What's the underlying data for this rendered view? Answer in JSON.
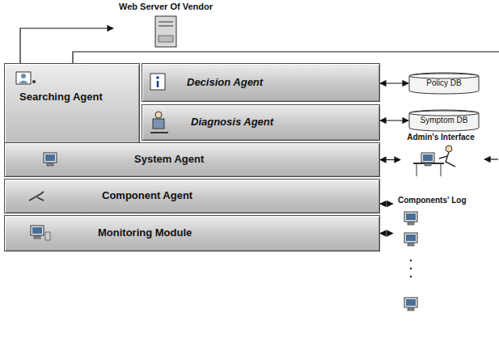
{
  "diagram": {
    "nodes": [
      {
        "text": [
          "Web Server Of Vendor"
        ]
      },
      {
        "text": [
          "Searching Agent"
        ]
      },
      {
        "text": [
          "Decision Agent"
        ]
      },
      {
        "text": [
          "Policy DB"
        ]
      },
      {
        "text": [
          "Diagnosis Agent"
        ]
      },
      {
        "text": [
          "Symptom DB"
        ]
      },
      {
        "text": [
          "System Agent"
        ]
      },
      {
        "text": [
          "Component Agent"
        ]
      },
      {
        "text": [
          "Monitoring Module"
        ]
      },
      {
        "text": [
          "Admin's Interface"
        ]
      },
      {
        "text": [
          "Components' Log"
        ]
      }
    ],
    "edges": [
      {
        "from": 1,
        "to": 0,
        "arrow": "to"
      },
      {
        "from": 2,
        "to": 3,
        "arrow": "both"
      },
      {
        "from": 4,
        "to": 5,
        "arrow": "both"
      },
      {
        "from": 6,
        "to": 9,
        "arrow": "both"
      },
      {
        "from": 7,
        "to": 10,
        "arrow": "both"
      },
      {
        "from": 8,
        "to": 10,
        "arrow": "both"
      }
    ]
  }
}
